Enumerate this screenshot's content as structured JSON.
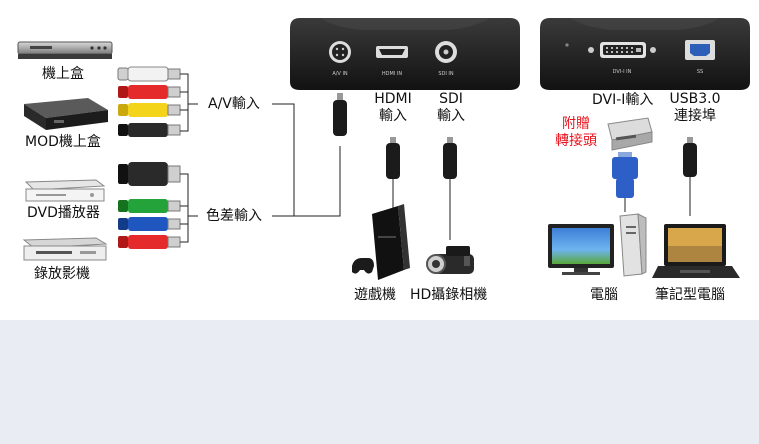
{
  "left_devices": {
    "stb": "機上盒",
    "mod_stb": "MOD機上盒",
    "dvd": "DVD播放器",
    "vcr": "錄放影機"
  },
  "left_inputs": {
    "av_input": "A/V輸入",
    "component_input": "色差輸入"
  },
  "capture_box_1": {
    "ports": [
      "A/V IN",
      "HDMI IN",
      "SDI IN"
    ],
    "hdmi_label_1": "HDMI",
    "hdmi_label_2": "輸入",
    "sdi_label_1": "SDI",
    "sdi_label_2": "輸入"
  },
  "capture_box_2": {
    "ports": [
      "DVI-I IN",
      "SS"
    ],
    "dvi_label": "DVI-I輸入",
    "usb_label_1": "USB3.0",
    "usb_label_2": "連接埠"
  },
  "adapter": {
    "label_1": "附贈",
    "label_2": "轉接頭"
  },
  "outputs": {
    "game_console": "遊戲機",
    "hd_camcorder": "HD攝錄相機",
    "desktop_pc": "電腦",
    "laptop": "筆記型電腦"
  },
  "colors": {
    "accent_red": "#e8141e",
    "rca_red": "#e42a2a",
    "rca_yellow": "#f3d41a",
    "rca_green": "#23a33a",
    "rca_blue": "#1f56c0",
    "background_band": "#e9ecf2"
  },
  "icons": [
    "hdmi-port-icon",
    "sdi-port-icon",
    "av-port-icon",
    "dvi-port-icon",
    "usb3-port-icon"
  ]
}
